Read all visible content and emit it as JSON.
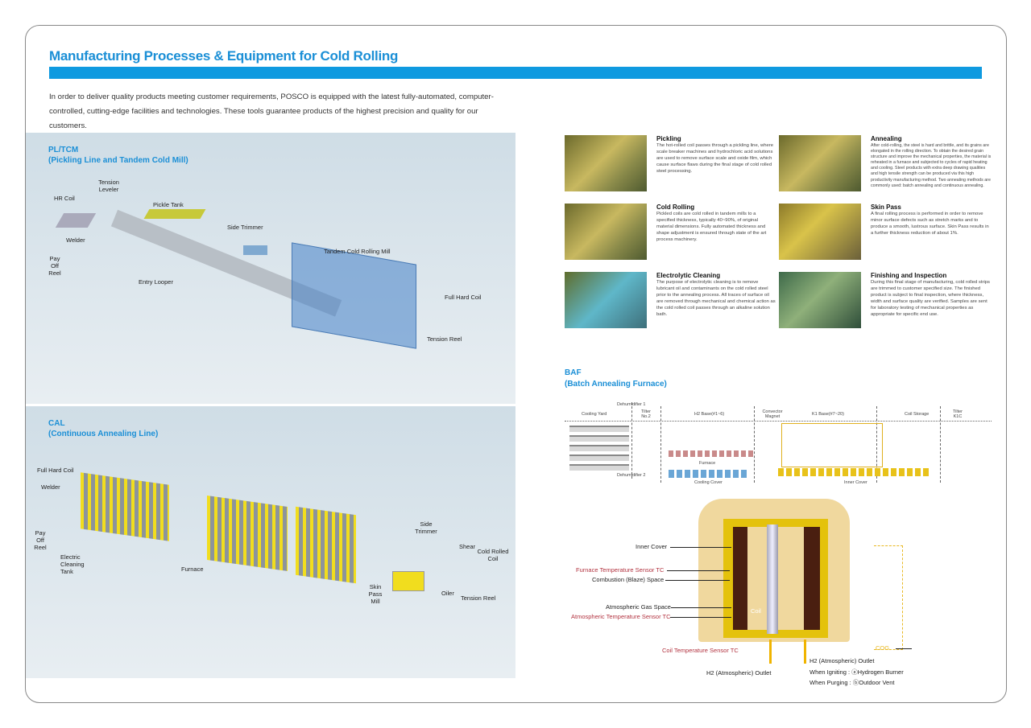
{
  "page": {
    "title": "Manufacturing Processes & Equipment for Cold Rolling",
    "intro": "In order to deliver quality products meeting customer requirements, POSCO is equipped with the latest fully-automated, computer-controlled, cutting-edge facilities and technologies. These tools guarantee products of the highest precision and quality for our customers."
  },
  "pltcm": {
    "title": "PL/TCM",
    "subtitle": "(Pickling Line and Tandem Cold Mill)",
    "labels": {
      "hr_coil": "HR Coil",
      "tension_leveler": "Tension Leveler",
      "pickle_tank": "Pickle Tank",
      "welder": "Welder",
      "pay_off_reel": "Pay Off Reel",
      "side_trimmer": "Side Trimmer",
      "tandem_mill": "Tandem Cold Rolling Mill",
      "entry_looper": "Entry Looper",
      "full_hard_coil": "Full Hard Coil",
      "tension_reel": "Tension Reel"
    }
  },
  "cal": {
    "title": "CAL",
    "subtitle": "(Continuous Annealing Line)",
    "labels": {
      "full_hard_coil": "Full Hard Coil",
      "welder": "Welder",
      "pay_off_reel": "Pay Off Reel",
      "electric_cleaning_tank": "Electric Cleaning Tank",
      "furnace": "Furnace",
      "skin_pass_mill": "Skin Pass Mill",
      "side_trimmer": "Side Trimmer",
      "oiler": "Oiler",
      "shear": "Shear",
      "cold_rolled_coil": "Cold Rolled Coil",
      "tension_reel": "Tension Reel"
    }
  },
  "processes": [
    {
      "title": "Pickling",
      "text": "The hot-rolled coil passes through a pickling line, where scale breaker machines and hydrochloric acid solutions are used to remove surface scale and oxide film, which cause surface flaws during the final stage of cold rolled steel processing."
    },
    {
      "title": "Cold Rolling",
      "text": "Pickled coils are cold rolled in tandem mills to a specified thickness, typically 40~90%, of original material dimensions. Fully automated thickness and shape adjustment is ensured through state of the art process machinery."
    },
    {
      "title": "Electrolytic Cleaning",
      "text": "The purpose of electrolytic cleaning is to remove lubricant oil and contaminants on the cold rolled steel prior to the annealing process. All traces of surface oil are removed through mechanical and chemical action as the cold rolled coil passes through an alkaline solution bath."
    },
    {
      "title": "Annealing",
      "text": "After cold-rolling, the steel is hard and brittle, and its grains are elongated in the rolling direction. To obtain the desired grain structure and improve the mechanical properties, the material is reheated in a furnace and subjected to cycles of rapid heating and cooling. Steel products with extra deep drawing qualities and high tensile strength can be produced via this high productivity manufacturing method. Two annealing methods are commonly used: batch annealing and continuous annealing."
    },
    {
      "title": "Skin Pass",
      "text": "A final rolling process is performed in order to remove minor surface defects such as stretch marks and to produce a smooth, lustrous surface. Skin Pass results in a further thickness reduction of about 1%."
    },
    {
      "title": "Finishing and Inspection",
      "text": "During this final stage of manufacturing, cold rolled strips are trimmed to customer specified size. The finished product is subject to final inspection, where thickness, width and surface quality are verified. Samples are sent for laboratory testing of mechanical properties as appropriate for specific end use."
    }
  ],
  "baf": {
    "title": "BAF",
    "subtitle": "(Batch Annealing Furnace)",
    "layout": {
      "cooling_yard": "Cooling Yard",
      "dehumidifier1": "Dehumidifier 1",
      "dehumidifier2": "Dehumidifier 2",
      "tilter2": "Tilter No.2",
      "h2_base": "H2 Base(#1~6)",
      "furnace": "Furnace",
      "cooling_cover": "Cooling Cover",
      "convector_magnet": "Convector Magnet",
      "k1_base": "K1 Base(#7~20)",
      "inner_cover": "Inner Cover",
      "coil_storage": "Coil Storage",
      "tilter_k1c": "Tilter K1C"
    },
    "section": {
      "inner_cover": "Inner Cover",
      "furnace_tc": "Furnace Temperature Sensor TC",
      "combustion": "Combustion (Blaze) Space",
      "gas_space": "Atmospheric Gas Space",
      "atm_tc": "Atmospheric Temperature Sensor TC",
      "coil": "Coil",
      "coil_tc": "Coil Temperature Sensor TC",
      "h2_outlet_left": "H2 (Atmospheric) Outlet",
      "h2_outlet_right": "H2 (Atmospheric) Outlet",
      "igniting": "When Igniting : ⓐHydrogen Burner",
      "purging": "When Purging : ⓑOutdoor Vent",
      "cog": "COG"
    }
  }
}
